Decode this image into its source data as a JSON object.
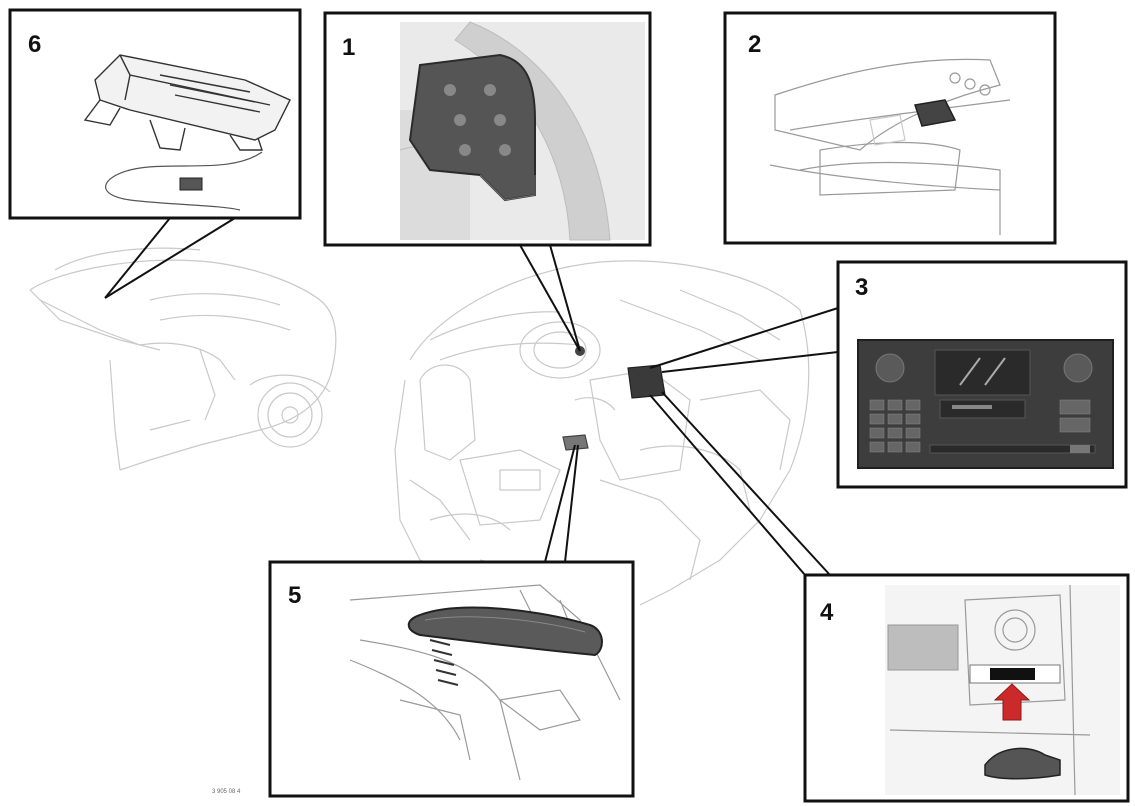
{
  "callouts": [
    {
      "label": "1",
      "component": "steering-wheel-controls"
    },
    {
      "label": "2",
      "component": "overhead-console-sensor"
    },
    {
      "label": "3",
      "component": "audio-control-panel"
    },
    {
      "label": "4",
      "component": "center-console-button"
    },
    {
      "label": "5",
      "component": "rear-armrest-handset"
    },
    {
      "label": "6",
      "component": "antenna-module"
    }
  ],
  "image_code": "3 905 08 4",
  "colors": {
    "frame": "#111111",
    "highlight": "#cc2a2a",
    "panel_dark": "#3a3a3a",
    "background_sketch": "#c8c8c8"
  }
}
